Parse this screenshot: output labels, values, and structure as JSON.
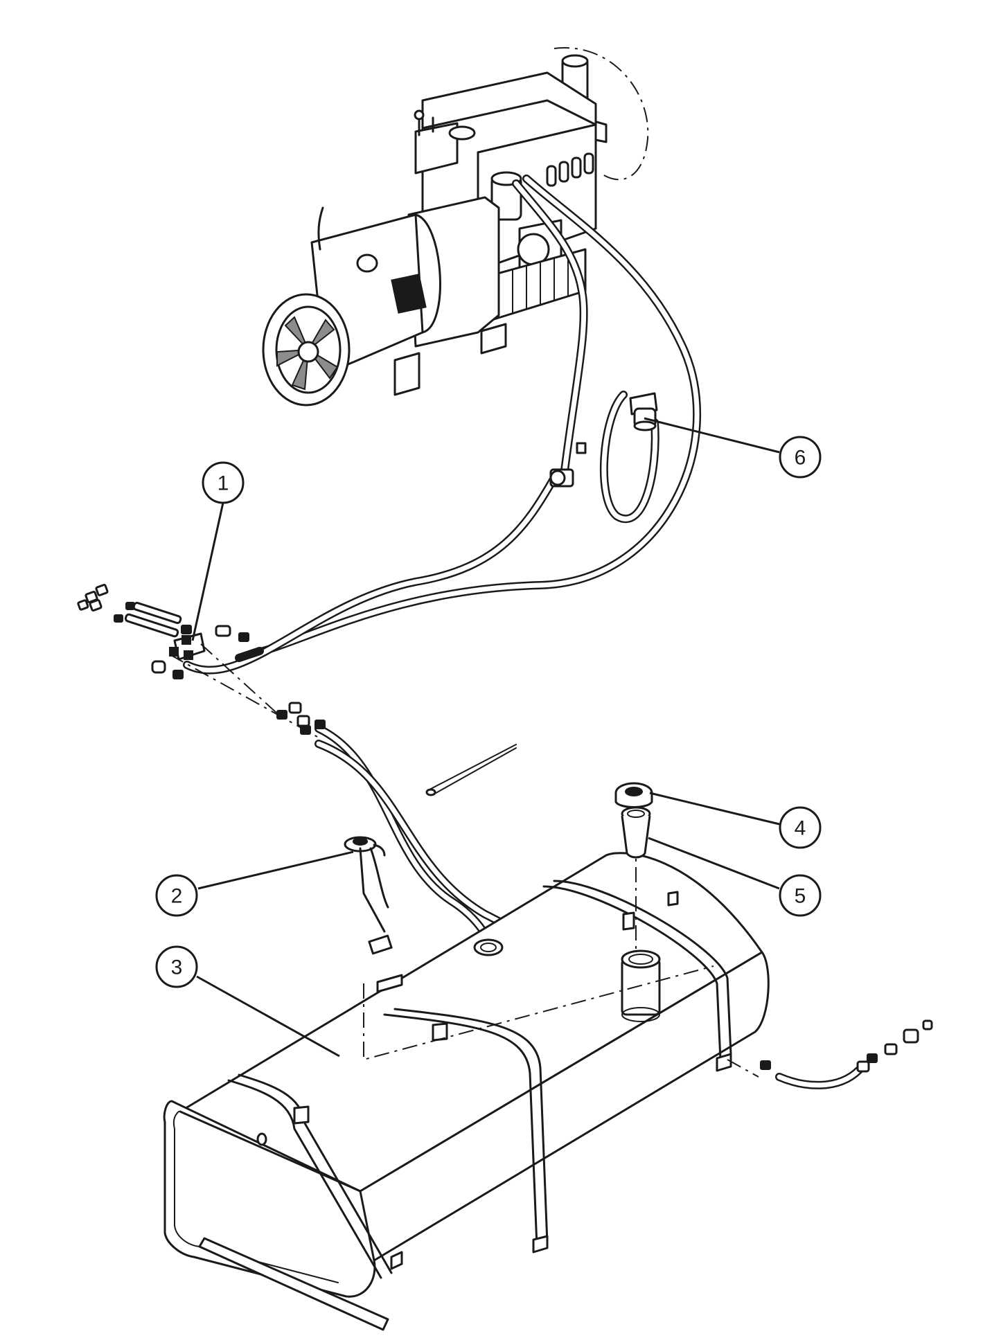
{
  "callouts": [
    {
      "label": "1"
    },
    {
      "label": "2"
    },
    {
      "label": "3"
    },
    {
      "label": "4"
    },
    {
      "label": "5"
    },
    {
      "label": "6"
    }
  ],
  "colors": {
    "line": "#1a1a1a",
    "background": "#ffffff",
    "shade": "#8c8c8c"
  }
}
